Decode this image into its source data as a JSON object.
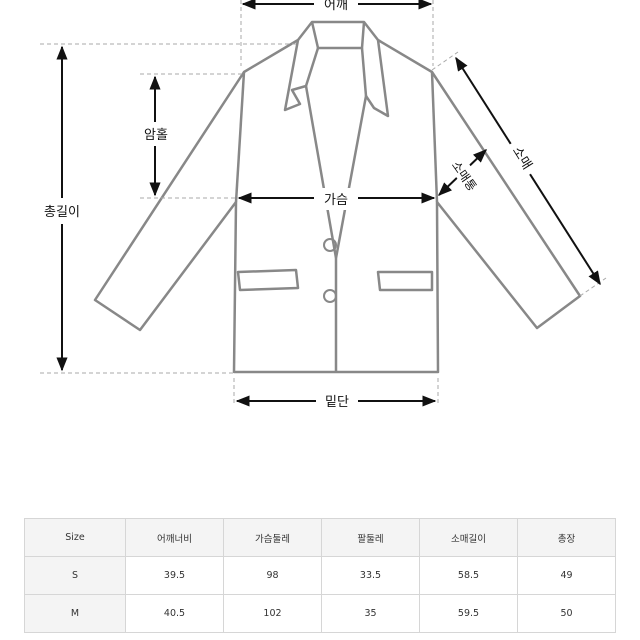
{
  "diagram": {
    "labels": {
      "shoulder": "어깨",
      "armhole": "암홀",
      "total_length": "총길이",
      "chest": "가슴",
      "sleeve": "소매",
      "sleeve_width": "소매통",
      "hem": "밑단"
    },
    "line_color": "#888888",
    "arrow_color": "#111111"
  },
  "table": {
    "headers": [
      "Size",
      "어깨너비",
      "가슴둘레",
      "팔둘레",
      "소매길이",
      "총장"
    ],
    "rows": [
      [
        "S",
        "39.5",
        "98",
        "33.5",
        "58.5",
        "49"
      ],
      [
        "M",
        "40.5",
        "102",
        "35",
        "59.5",
        "50"
      ]
    ]
  }
}
